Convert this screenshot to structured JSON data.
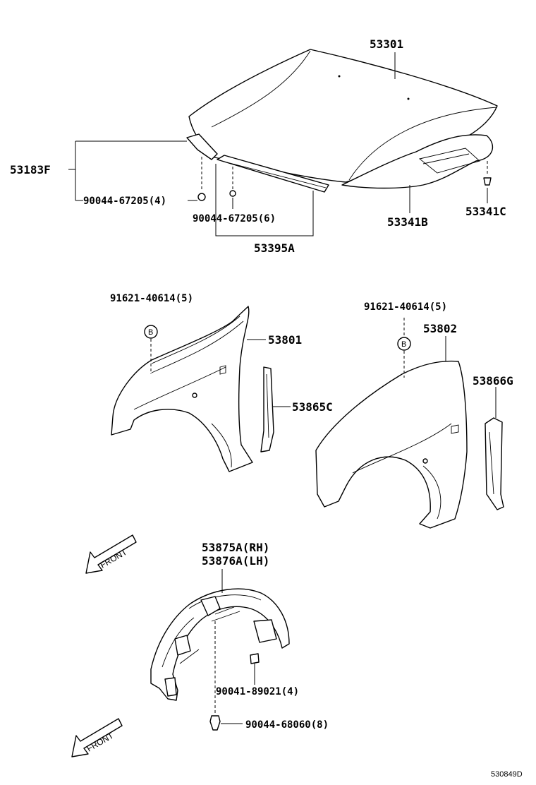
{
  "parts": {
    "hood": "53301",
    "hood_hinge_label": "53183F",
    "hood_nut_left": "90044-67205(4)",
    "hood_nut_center": "90044-67205(6)",
    "hood_seal": "53395A",
    "hood_insulator": "53341B",
    "hood_clip": "53341C",
    "fender_screw_left": "91621-40614(5)",
    "fender_screw_right": "91621-40614(5)",
    "fender_left": "53801",
    "fender_right": "53802",
    "fender_seal_left": "53865C",
    "fender_seal_right": "53866G",
    "liner_rh": "53875A(RH)",
    "liner_lh": "53876A(LH)",
    "liner_clip": "90041-89021(4)",
    "liner_screw": "90044-68060(8)"
  },
  "markers": {
    "callout_b_left": "B",
    "callout_b_right": "B"
  },
  "arrows": {
    "front_upper": "FRONT",
    "front_lower": "FRONT"
  },
  "diagram_code": "530849D"
}
